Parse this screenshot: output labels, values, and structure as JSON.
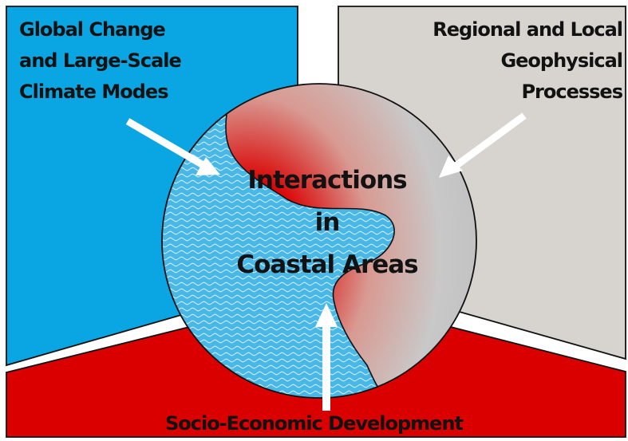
{
  "labels": {
    "global_change": [
      "Global Change",
      "and Large-Scale",
      "Climate Modes"
    ],
    "regional_local": [
      "Regional and Local",
      "Geophysical",
      "Processes"
    ],
    "socio_economic": "Socio-Economic Development",
    "center": [
      "Interactions",
      "in",
      "Coastal Areas"
    ]
  },
  "colors": {
    "global_change_sector": "#0aa6e3",
    "regional_local_sector": "#d7d3cf",
    "socio_economic_sector": "#da0000",
    "water": "#49b8e6",
    "land_red": "#da0000",
    "land_grey": "#c9c8c8",
    "arrows": "#ffffff",
    "text": "#121212"
  },
  "icons": {
    "arrow_from_global_change": "arrow-icon",
    "arrow_from_regional_processes": "arrow-icon",
    "arrow_from_socio_economic": "arrow-icon"
  }
}
